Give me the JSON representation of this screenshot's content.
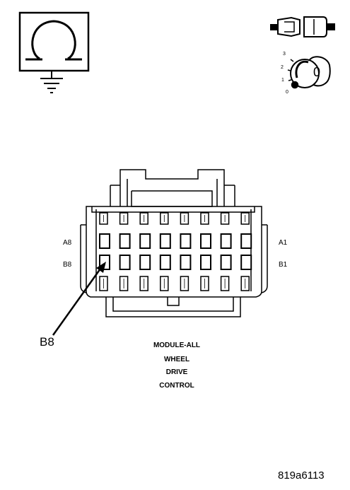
{
  "icons": {
    "ohmmeter": "ohm-ground-icon",
    "connector_unplugged": "unplugged-connector-icon",
    "ignition": "ignition-key-off-icon"
  },
  "ignition": {
    "positions": [
      "3",
      "2",
      "1",
      "0"
    ],
    "key_label": "0"
  },
  "connector": {
    "pin_labels": {
      "top_left": "A8",
      "bottom_left": "B8",
      "top_right": "A1",
      "bottom_right": "B1"
    },
    "callout": "B8",
    "rows": 4,
    "columns": 8
  },
  "title_lines": [
    "MODULE-ALL",
    "WHEEL",
    "DRIVE",
    "CONTROL"
  ],
  "figure_id": "819a6113"
}
